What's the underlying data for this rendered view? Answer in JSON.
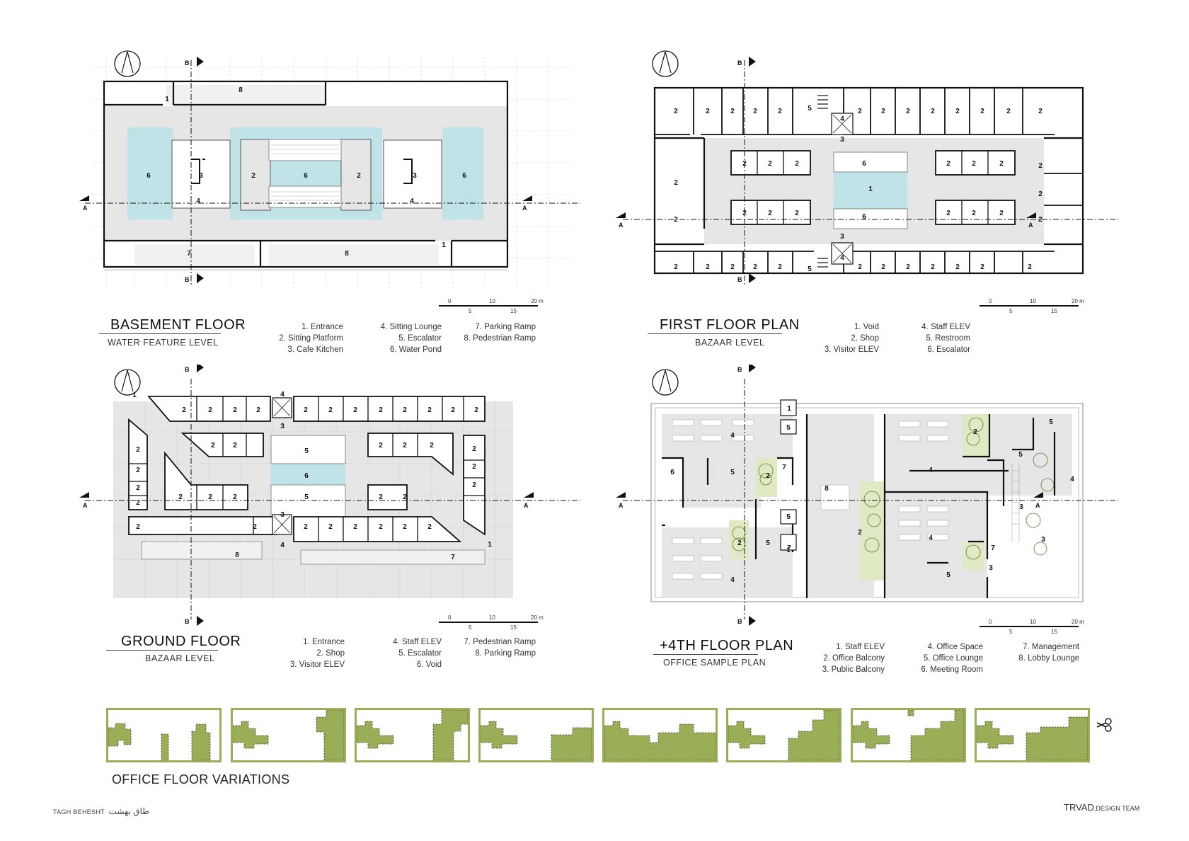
{
  "basement": {
    "title": "BASEMENT FLOOR",
    "subtitle": "WATER FEATURE LEVEL",
    "legend": [
      [
        "1. Entrance",
        "2. Sitting Platform",
        "3. Cafe Kitchen"
      ],
      [
        "4. Sitting Lounge",
        "5. Escalator",
        "6. Water Pond"
      ],
      [
        "7. Parking Ramp",
        "8. Pedestrian Ramp"
      ]
    ]
  },
  "first": {
    "title": "FIRST FLOOR PLAN",
    "subtitle": "BAZAAR LEVEL",
    "legend": [
      [
        "1. Void",
        "2. Shop",
        "3. Visitor ELEV"
      ],
      [
        "4. Staff ELEV",
        "5. Restroom",
        "6. Escalator"
      ]
    ]
  },
  "ground": {
    "title": "GROUND FLOOR",
    "subtitle": "BAZAAR LEVEL",
    "legend": [
      [
        "1. Entrance",
        "2. Shop",
        "3. Visitor ELEV"
      ],
      [
        "4. Staff ELEV",
        "5. Escalator",
        "6. Void"
      ],
      [
        "7. Pedestrian Ramp",
        "8. Parking Ramp"
      ]
    ]
  },
  "fourth": {
    "title": "+4TH FLOOR PLAN",
    "subtitle": "OFFICE SAMPLE PLAN",
    "legend": [
      [
        "1. Staff ELEV",
        "2. Office Balcony",
        "3. Public Balcony"
      ],
      [
        "4. Office Space",
        "5. Office Lounge",
        "6. Meeting Room"
      ],
      [
        "7. Management",
        "8. Lobby Lounge"
      ]
    ]
  },
  "scale_labels": {
    "top": [
      "0",
      "10",
      "20 m"
    ],
    "bottom": [
      "5",
      "15"
    ]
  },
  "section_marks": {
    "a": "A",
    "b": "B"
  },
  "variations_title": "OFFICE FLOOR VARIATIONS",
  "footer": {
    "project": "TAGH BEHESHT",
    "project_fa": "طاق بهشت",
    "team_logo": "TRVAD",
    "team": ",DESIGN TEAM"
  },
  "colors": {
    "water": "#bfe3e6",
    "floor": "#e6e6e6",
    "green": "#9aad57",
    "balcony": "#dfe9c3",
    "wall": "#111111"
  },
  "icons": [
    "north-arrow-icon",
    "section-arrow-icon",
    "scissors-icon"
  ]
}
